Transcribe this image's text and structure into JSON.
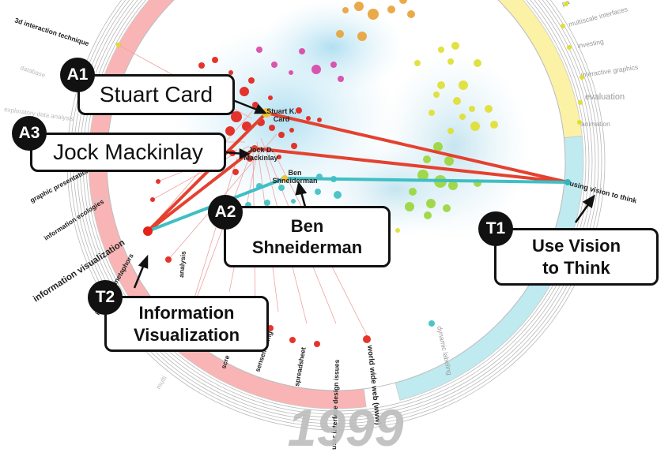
{
  "year": "1999",
  "left_topics": [
    "3d interaction technique",
    "database",
    "exploratory data analysis",
    "graphic presentations",
    "information ecologies",
    "information visualization",
    "interactive metaphors",
    "analysis",
    "multi",
    "scre",
    "sensemaking",
    "spreadsheet",
    "user interface design issues",
    "world wide web (www)"
  ],
  "right_topics": [
    "pa",
    "multiscale interfaces",
    "investing",
    "interactive graphics",
    "evaluation",
    "animation",
    "using vision to think",
    "dynamic labeling"
  ],
  "author_labels": {
    "card": "Stuart K. Card",
    "mackinlay": "Jock D. Mackinlay",
    "shneiderman": "Ben Shneiderman"
  },
  "callouts": {
    "a1": {
      "badge": "A1",
      "text": "Stuart Card"
    },
    "a3": {
      "badge": "A3",
      "text": "Jock Mackinlay"
    },
    "a2": {
      "badge": "A2",
      "text": "Ben\nShneiderman"
    },
    "t1": {
      "badge": "T1",
      "text": "Use Vision\nto Think"
    },
    "t2": {
      "badge": "T2",
      "text": "Information\nVisualization"
    }
  },
  "colors": {
    "red_link": "#e4412f",
    "cyan_link": "#3fbfc4",
    "pink_band": "#f9b5b5",
    "cyan_band": "#bfeaf0",
    "yellow_band": "#fbf2a6",
    "magenta_band": "#f6bfe6"
  }
}
